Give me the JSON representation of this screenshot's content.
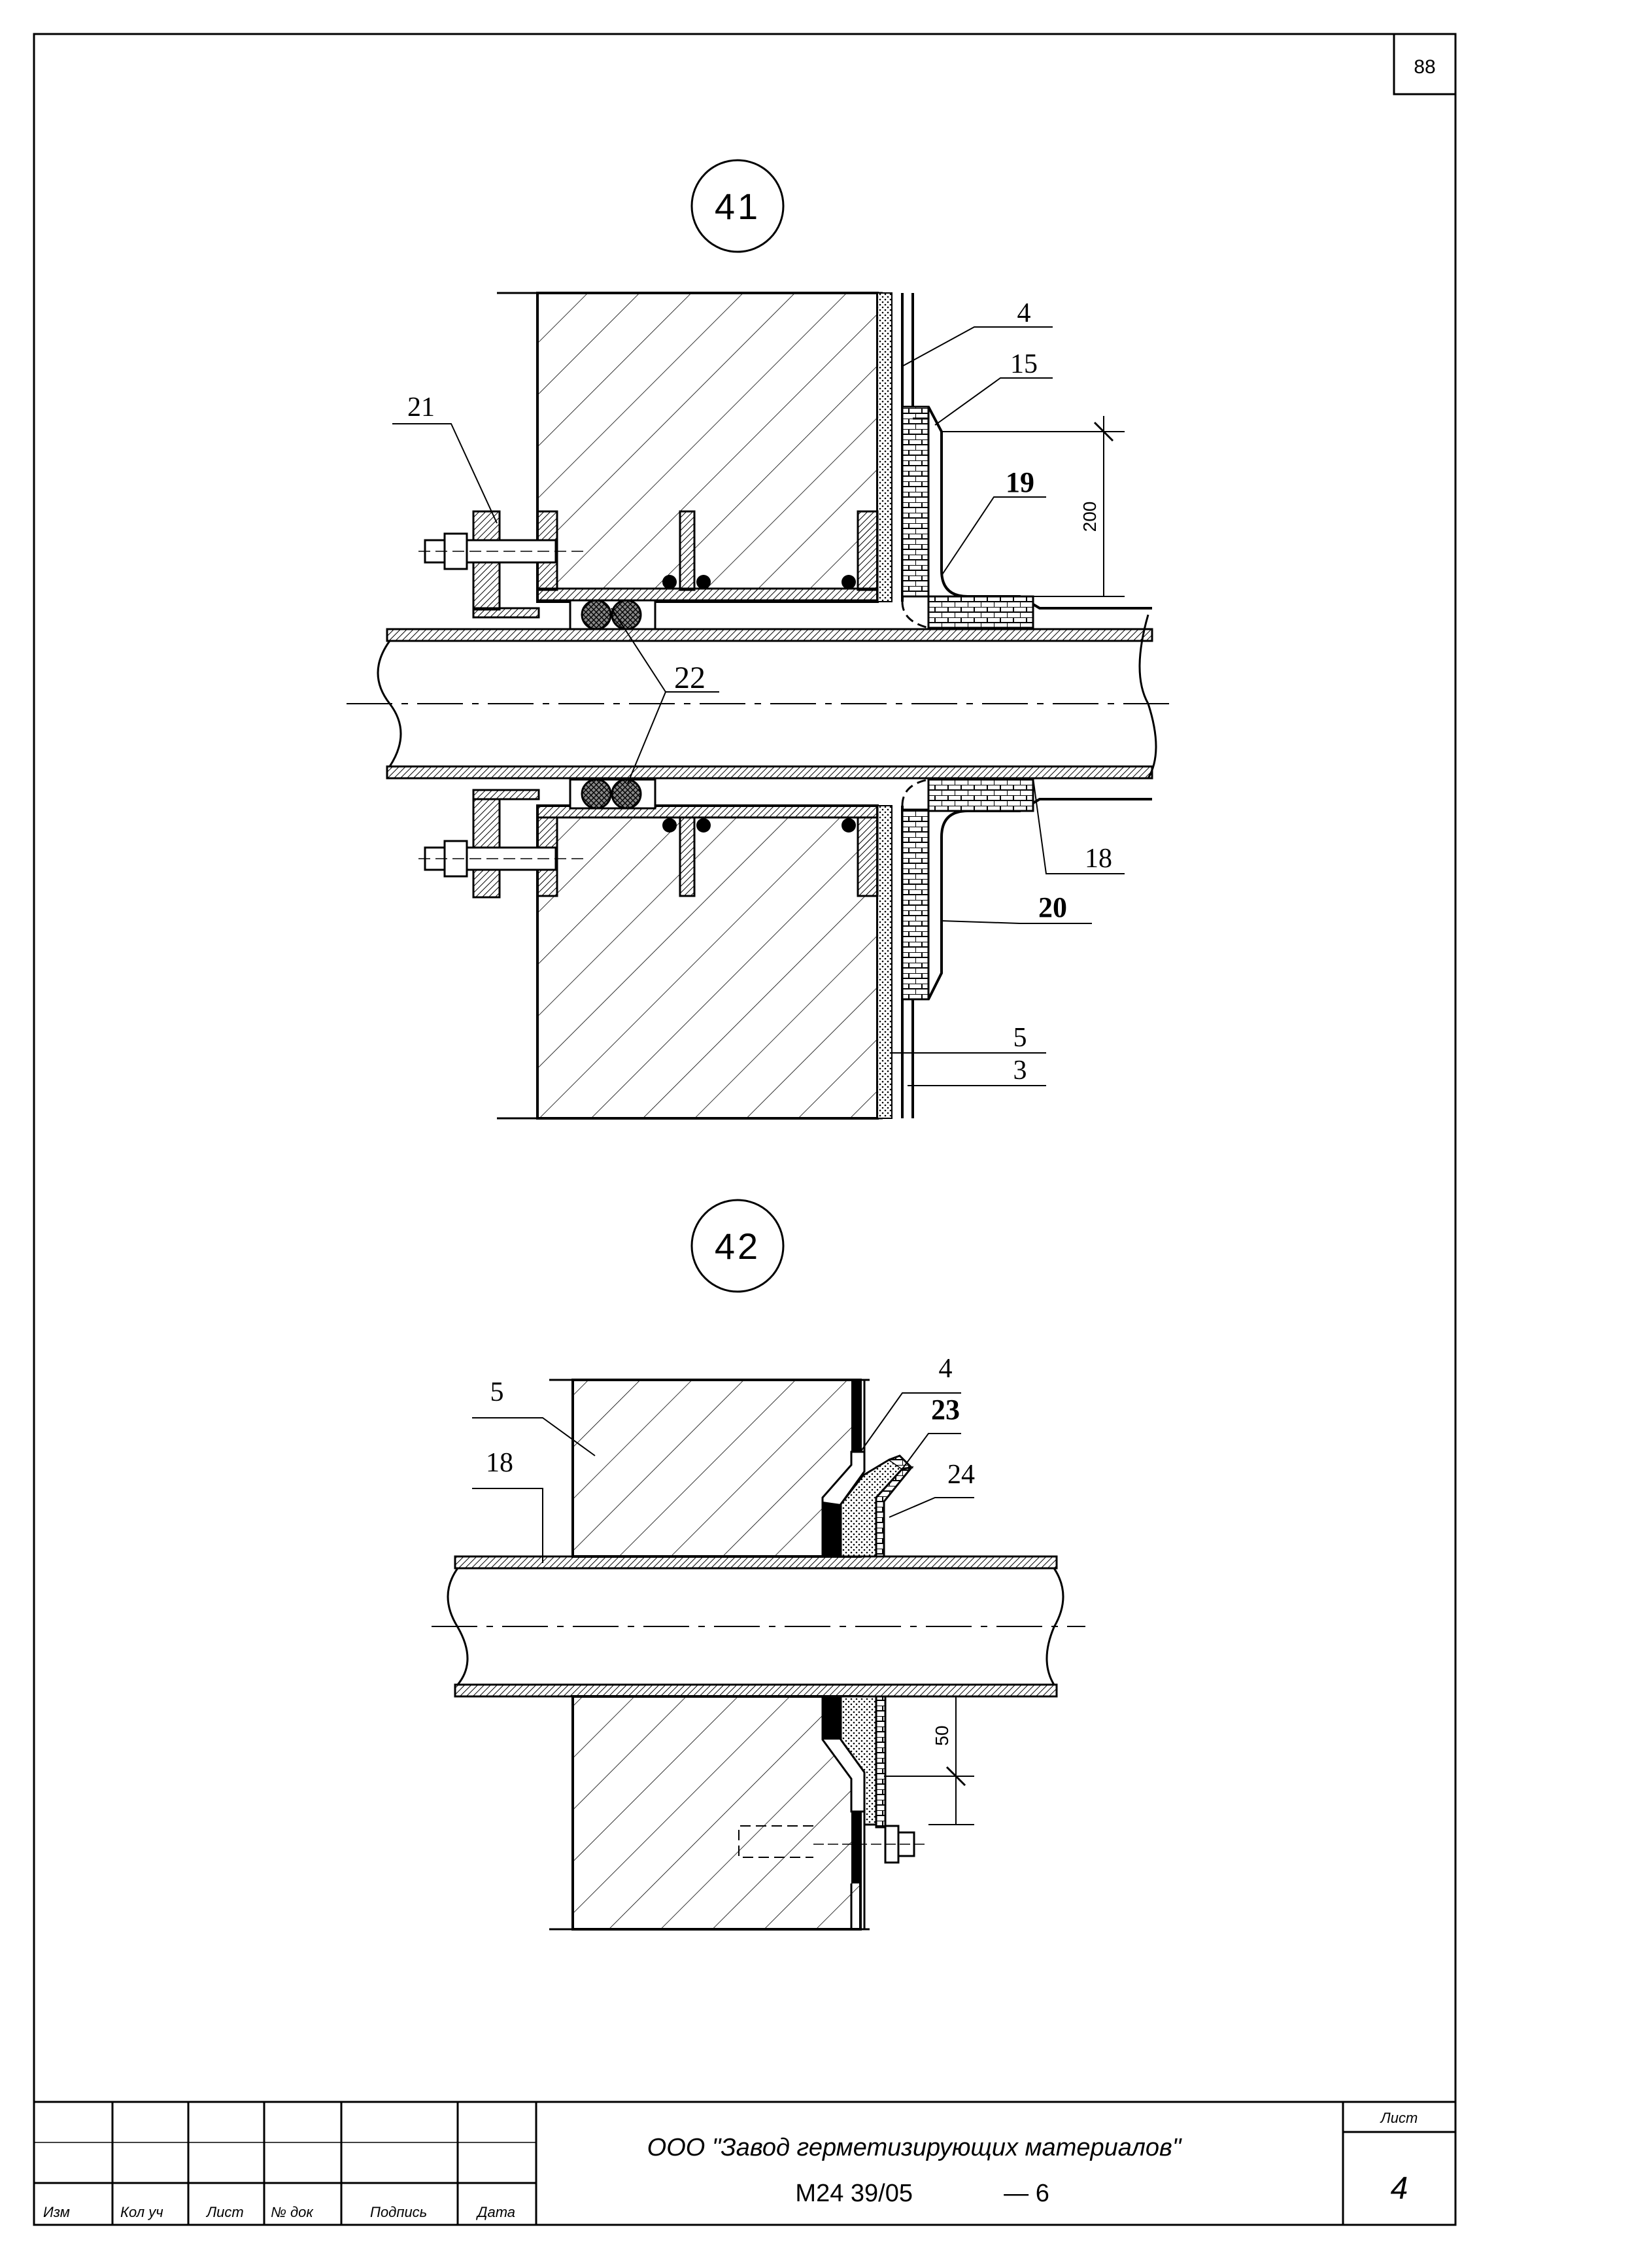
{
  "page_number": "88",
  "details": [
    {
      "marker": "41",
      "labels": {
        "l4": "4",
        "l15": "15",
        "l21": "21",
        "l19": "19",
        "l22": "22",
        "l18": "18",
        "l20": "20",
        "l5": "5",
        "l3": "3"
      },
      "dimension": "200"
    },
    {
      "marker": "42",
      "labels": {
        "l4": "4",
        "l23": "23",
        "l5": "5",
        "l24": "24",
        "l18": "18"
      },
      "dimension": "50"
    }
  ],
  "title_block": {
    "columns": [
      "Изм",
      "Кол уч",
      "Лист",
      "№ док",
      "Подпись",
      "Дата"
    ],
    "organization": "ООО \"Завод герметизирующих материалов\"",
    "document_code": "М24 39/05",
    "document_sheet": "— 6",
    "sheet_label": "Лист",
    "sheet_number": "4"
  }
}
